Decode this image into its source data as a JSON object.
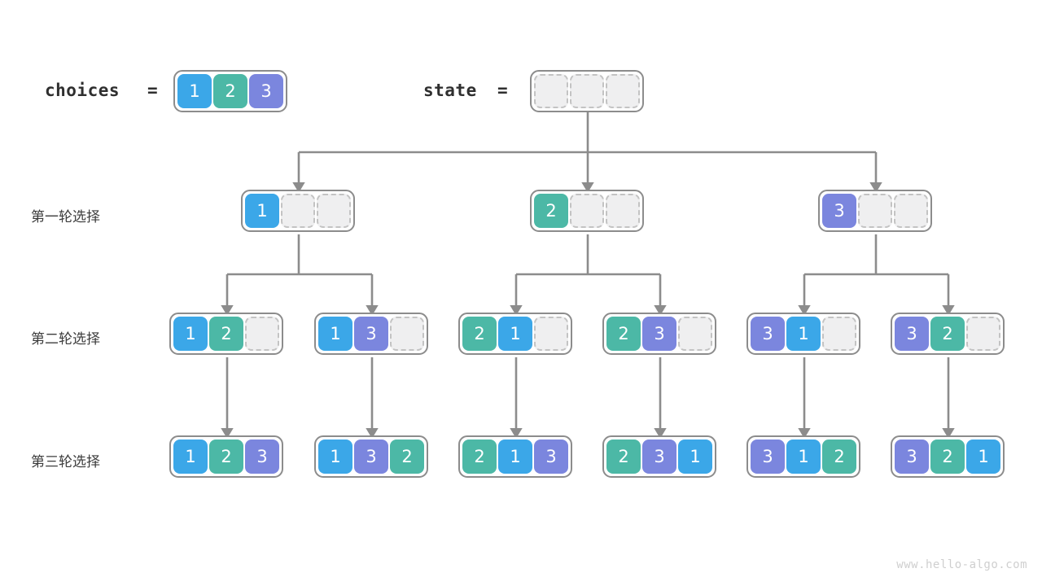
{
  "header": {
    "choices_label": "choices",
    "choices_equals": "=",
    "choices_values": [
      1,
      2,
      3
    ],
    "state_label": "state",
    "state_equals": "=",
    "state_values": [
      null,
      null,
      null
    ]
  },
  "row_labels": [
    "第一轮选择",
    "第二轮选择",
    "第三轮选择"
  ],
  "colors": {
    "value_1": "#3ba7e8",
    "value_2": "#4cb8a6",
    "value_3": "#7b86de",
    "empty_cell": "#efeff0",
    "empty_border": "#c3c3c3",
    "node_border": "#8c8c8c",
    "connector": "#8c8c8c",
    "text": "#3c3c3c",
    "watermark": "#cfcfcf"
  },
  "tree": {
    "root": [
      null,
      null,
      null
    ],
    "level1": [
      {
        "values": [
          1,
          null,
          null
        ]
      },
      {
        "values": [
          2,
          null,
          null
        ]
      },
      {
        "values": [
          3,
          null,
          null
        ]
      }
    ],
    "level2": [
      {
        "values": [
          1,
          2,
          null
        ]
      },
      {
        "values": [
          1,
          3,
          null
        ]
      },
      {
        "values": [
          2,
          1,
          null
        ]
      },
      {
        "values": [
          2,
          3,
          null
        ]
      },
      {
        "values": [
          3,
          1,
          null
        ]
      },
      {
        "values": [
          3,
          2,
          null
        ]
      }
    ],
    "level3": [
      {
        "values": [
          1,
          2,
          3
        ]
      },
      {
        "values": [
          1,
          3,
          2
        ]
      },
      {
        "values": [
          2,
          1,
          3
        ]
      },
      {
        "values": [
          2,
          3,
          1
        ]
      },
      {
        "values": [
          3,
          1,
          2
        ]
      },
      {
        "values": [
          3,
          2,
          1
        ]
      }
    ]
  },
  "watermark": "www.hello-algo.com"
}
